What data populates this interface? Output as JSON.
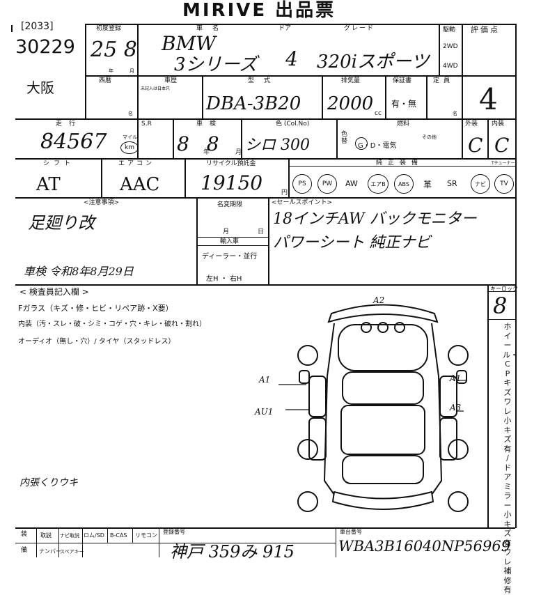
{
  "header": {
    "title": "MIRIVE 出品票"
  },
  "lot": {
    "tag": "[2033]",
    "number": "30229",
    "location": "大阪"
  },
  "first_reg": {
    "label": "初度登録",
    "value": "25 8",
    "nen": "年",
    "tsuki": "月"
  },
  "car": {
    "label": "車名",
    "make": "BMW",
    "model": "3シリーズ"
  },
  "door": {
    "label": "ドア",
    "value": "4"
  },
  "grade": {
    "label": "グレード",
    "value": "320iスポーツ"
  },
  "drive": {
    "label": "駆動",
    "opt1": "2WD",
    "opt2": "4WD"
  },
  "score": {
    "label": "評価点",
    "value": "4"
  },
  "nishiki": {
    "label": "西暦"
  },
  "shareki": {
    "label": "車歴",
    "sub": "未記入は日本只",
    "right": "名"
  },
  "katashiki": {
    "label": "型式",
    "value": "DBA-3B20"
  },
  "displacement": {
    "label": "排気量",
    "value": "2000",
    "unit": "cc"
  },
  "warranty": {
    "label": "保証書",
    "value": "有・無"
  },
  "capacity": {
    "label": "定員"
  },
  "mileage": {
    "label": "走行",
    "value": "84567",
    "mile": "マイル",
    "km": "km"
  },
  "sr": {
    "label": "S.R"
  },
  "shaken": {
    "label": "車検",
    "value": "8 8",
    "nen": "年",
    "tsuki": "月"
  },
  "color": {
    "label": "色 (Col.No)",
    "value": "シロ 300",
    "sub": "色替"
  },
  "fuel": {
    "label": "燃料",
    "value": "G・D・電気",
    "other": "その他"
  },
  "exterior": {
    "label": "外装",
    "value": "C"
  },
  "interior": {
    "label": "内装",
    "value": "C"
  },
  "shift": {
    "label": "シフト",
    "value": "AT"
  },
  "aircon": {
    "label": "エアコン",
    "value": "AAC"
  },
  "recycle": {
    "label": "リサイクル預託金",
    "value": "19150",
    "unit": "円"
  },
  "equipment": {
    "label": "純正装備",
    "items": [
      "PS",
      "PW",
      "AW",
      "エアB",
      "ABS",
      "革",
      "SR",
      "ナビ",
      "TV"
    ],
    "extra_label": "Tチューナー"
  },
  "notes": {
    "label": "<注意事項>",
    "value": "足廻り改",
    "line2": "車検 令和8年8月29日"
  },
  "meigi": {
    "label": "名変期限",
    "tsuki": "月",
    "nichi": "日"
  },
  "import": {
    "label": "輸入車",
    "type": "ディーラー・並行",
    "handle": "左H ・ 右H"
  },
  "sales": {
    "label": "<セールスポイント>",
    "line1": "18インチAW バックモニター",
    "line2": "パワーシート 純正ナビ"
  },
  "inspection": {
    "label": "< 検査員記入欄 >",
    "line1": "Fガラス（キズ・修・ヒビ・リペア跡・X要）",
    "line2": "内装（汚・スレ・破・シミ・コゲ・穴・キレ・破れ・割れ）",
    "line3": "オーディオ（無し・穴）/ タイヤ（スタッドレス）",
    "handwritten": "内張くりウキ"
  },
  "keys": {
    "label": "キーロック",
    "value": "8"
  },
  "side_column": {
    "text": "ホイール・CPキズ ワレ 小キズ有 / ドアミラー 小キズ有 ワレ 補修有"
  },
  "damage": {
    "top": "A2",
    "left_a1": "A1",
    "right_a1": "A1",
    "left_au": "AU1",
    "right_a3": "A3"
  },
  "footer": {
    "label1": "装",
    "label2": "備",
    "items1": [
      "取説",
      "ナビ取説",
      "ロム/SD",
      "B-CAS",
      "リモコン"
    ],
    "items2": [
      "ナンバー",
      "スペアキー"
    ],
    "plate_label": "登録番号",
    "plate": "神戸 359み 915",
    "chassis_label": "車台番号",
    "chassis": "WBA3B16040NP56969"
  }
}
